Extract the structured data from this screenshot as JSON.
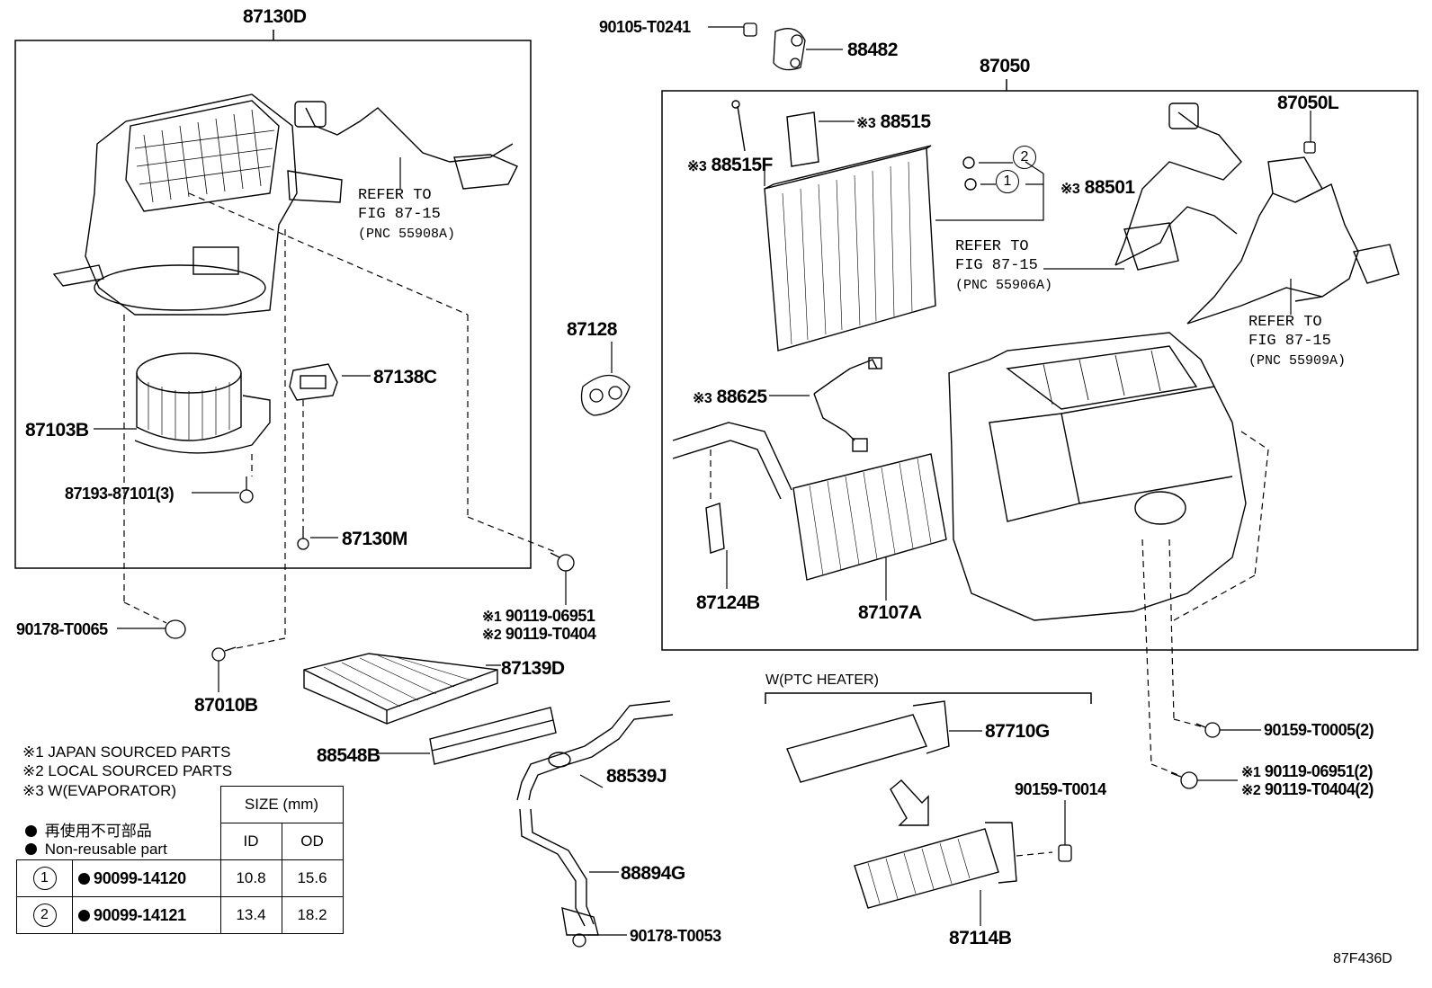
{
  "parts": {
    "p87130D": "87130D",
    "p90105": "90105-T0241",
    "p88482": "88482",
    "p87050": "87050",
    "p87050L": "87050L",
    "p88515": "88515",
    "p88515F": "88515F",
    "p88501": "88501",
    "p87128": "87128",
    "p87138C": "87138C",
    "p87103B": "87103B",
    "p87193": "87193-87101(3)",
    "p87130M": "87130M",
    "p90178a": "90178-T0065",
    "p87010B": "87010B",
    "p90119a": "90119-06951",
    "p90119b": "90119-T0404",
    "p87139D": "87139D",
    "p88548B": "88548B",
    "p88539J": "88539J",
    "p88894G": "88894G",
    "p90178b": "90178-T0053",
    "p88625": "88625",
    "p87124B": "87124B",
    "p87107A": "87107A",
    "p87710G": "87710G",
    "p90159a": "90159-T0005(2)",
    "p90159b": "90159-T0014",
    "p90119c": "90119-06951(2)",
    "p90119d": "90119-T0404(2)",
    "p87114B": "87114B"
  },
  "marks": {
    "m1": "※1",
    "m2": "※2",
    "m3": "※3",
    "c1": "1",
    "c2": "2"
  },
  "refs": {
    "r1_line1": "REFER TO",
    "r1_line2": "FIG 87-15",
    "r1_line3": "(PNC 55908A)",
    "r2_line1": "REFER TO",
    "r2_line2": "FIG 87-15",
    "r2_line3": "(PNC 55906A)",
    "r3_line1": "REFER TO",
    "r3_line2": "FIG 87-15",
    "r3_line3": "(PNC 55909A)"
  },
  "ptc_header": "W(PTC HEATER)",
  "notes": {
    "n1": "※1 JAPAN SOURCED PARTS",
    "n2": "※2 LOCAL SOURCED PARTS",
    "n3": "※3 W(EVAPORATOR)",
    "jp": "再使用不可部品",
    "nonreuse": "Non-reusable part"
  },
  "size_table": {
    "header": "SIZE (mm)",
    "col_id": "ID",
    "col_od": "OD",
    "rows": [
      {
        "mark": "1",
        "part": "90099-14120",
        "id": "10.8",
        "od": "15.6"
      },
      {
        "mark": "2",
        "part": "90099-14121",
        "id": "13.4",
        "od": "18.2"
      }
    ]
  },
  "figure_code": "87F436D"
}
